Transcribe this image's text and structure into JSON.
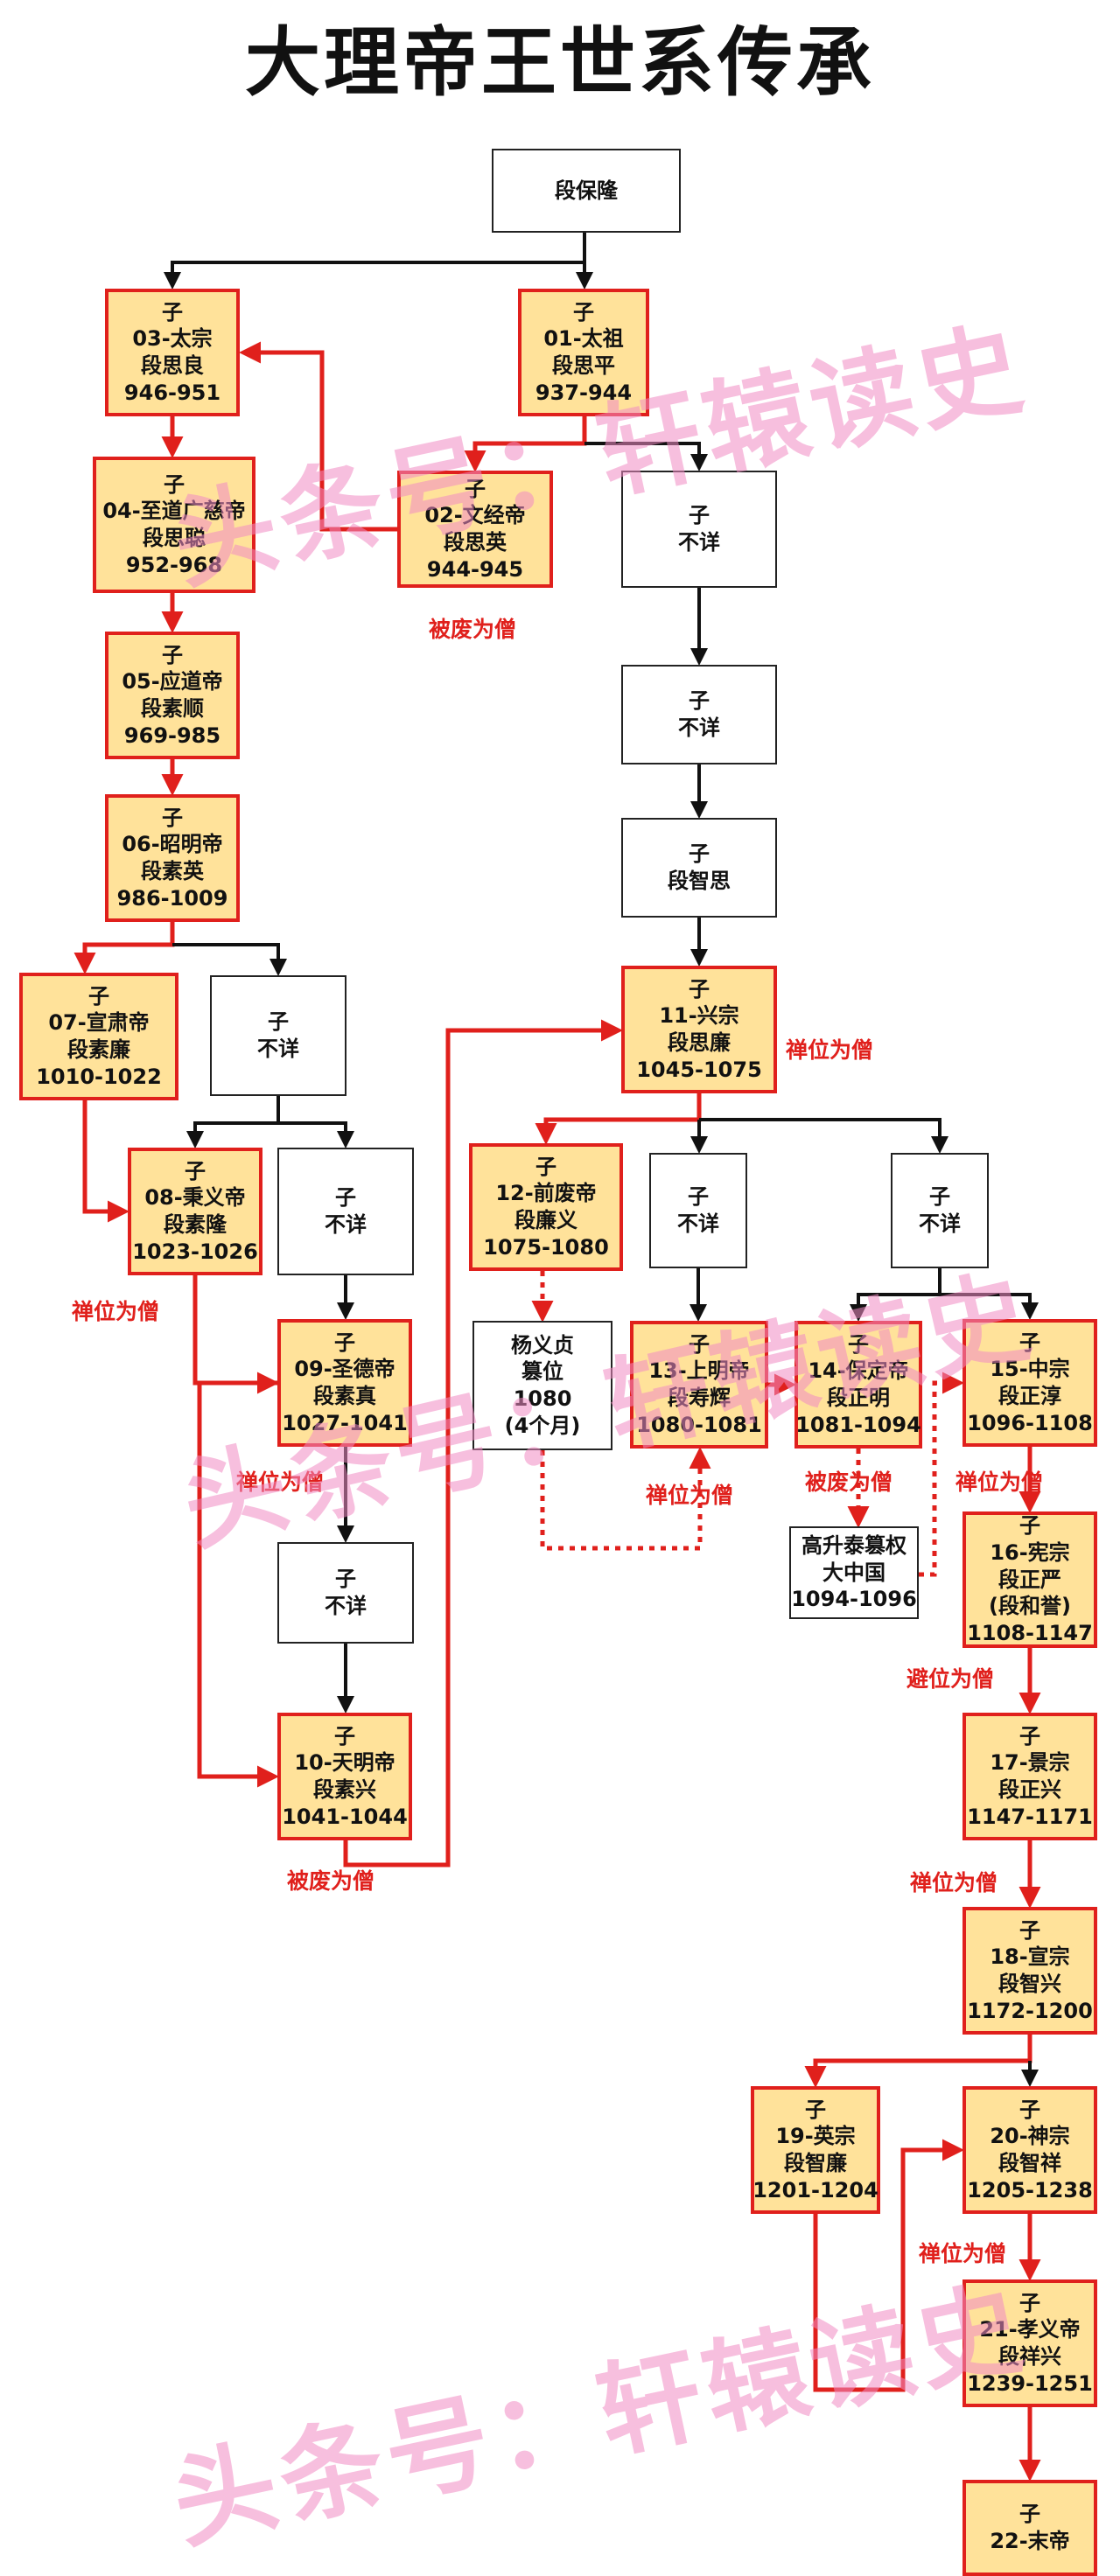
{
  "title": "大理帝王世系传承",
  "watermark": "头条号：轩辕读史",
  "colors": {
    "royal_fill": "#ffe29a",
    "royal_border": "#e0201c",
    "line_red": "#e0201c",
    "line_black": "#111111"
  },
  "nodes": [
    {
      "id": "n0",
      "type": "plain",
      "lines": [
        "段保隆"
      ]
    },
    {
      "id": "n01",
      "type": "royal",
      "lines": [
        "子",
        "01-太祖",
        "段思平",
        "937-944"
      ]
    },
    {
      "id": "n03",
      "type": "royal",
      "lines": [
        "子",
        "03-太宗",
        "段思良",
        "946-951"
      ]
    },
    {
      "id": "n02",
      "type": "royal",
      "lines": [
        "子",
        "02-文经帝",
        "段思英",
        "944-945"
      ]
    },
    {
      "id": "u1",
      "type": "plain",
      "lines": [
        "子",
        "不详"
      ]
    },
    {
      "id": "n04",
      "type": "royal",
      "lines": [
        "子",
        "04-至道广慈帝",
        "段思聪",
        "952-968"
      ]
    },
    {
      "id": "n05",
      "type": "royal",
      "lines": [
        "子",
        "05-应道帝",
        "段素顺",
        "969-985"
      ]
    },
    {
      "id": "u2",
      "type": "plain",
      "lines": [
        "子",
        "不详"
      ]
    },
    {
      "id": "zs",
      "type": "plain",
      "lines": [
        "子",
        "段智思"
      ]
    },
    {
      "id": "n06",
      "type": "royal",
      "lines": [
        "子",
        "06-昭明帝",
        "段素英",
        "986-1009"
      ]
    },
    {
      "id": "n07",
      "type": "royal",
      "lines": [
        "子",
        "07-宣肃帝",
        "段素廉",
        "1010-1022"
      ]
    },
    {
      "id": "u3",
      "type": "plain",
      "lines": [
        "子",
        "不详"
      ]
    },
    {
      "id": "n11",
      "type": "royal",
      "lines": [
        "子",
        "11-兴宗",
        "段思廉",
        "1045-1075"
      ]
    },
    {
      "id": "n08",
      "type": "royal",
      "lines": [
        "子",
        "08-秉义帝",
        "段素隆",
        "1023-1026"
      ]
    },
    {
      "id": "u4",
      "type": "plain",
      "lines": [
        "子",
        "不详"
      ]
    },
    {
      "id": "n12",
      "type": "royal",
      "lines": [
        "子",
        "12-前废帝",
        "段廉义",
        "1075-1080"
      ]
    },
    {
      "id": "u5",
      "type": "plain",
      "lines": [
        "子",
        "不详"
      ]
    },
    {
      "id": "u6",
      "type": "plain",
      "lines": [
        "子",
        "不详"
      ]
    },
    {
      "id": "n09",
      "type": "royal",
      "lines": [
        "子",
        "09-圣德帝",
        "段素真",
        "1027-1041"
      ]
    },
    {
      "id": "yyz",
      "type": "plain",
      "lines": [
        "杨义贞",
        "篡位",
        "1080",
        "(4个月)"
      ]
    },
    {
      "id": "n13",
      "type": "royal",
      "lines": [
        "子",
        "13-上明帝",
        "段寿辉",
        "1080-1081"
      ]
    },
    {
      "id": "n14",
      "type": "royal",
      "lines": [
        "子",
        "14-保定帝",
        "段正明",
        "1081-1094"
      ]
    },
    {
      "id": "n15",
      "type": "royal",
      "lines": [
        "子",
        "15-中宗",
        "段正淳",
        "1096-1108"
      ]
    },
    {
      "id": "u7",
      "type": "plain",
      "lines": [
        "子",
        "不详"
      ]
    },
    {
      "id": "gst",
      "type": "plain",
      "lines": [
        "高升泰篡权",
        "大中国",
        "1094-1096"
      ]
    },
    {
      "id": "n16",
      "type": "royal",
      "lines": [
        "子",
        "16-宪宗",
        "段正严",
        "(段和誉)",
        "1108-1147"
      ]
    },
    {
      "id": "n10",
      "type": "royal",
      "lines": [
        "子",
        "10-天明帝",
        "段素兴",
        "1041-1044"
      ]
    },
    {
      "id": "n17",
      "type": "royal",
      "lines": [
        "子",
        "17-景宗",
        "段正兴",
        "1147-1171"
      ]
    },
    {
      "id": "n18",
      "type": "royal",
      "lines": [
        "子",
        "18-宣宗",
        "段智兴",
        "1172-1200"
      ]
    },
    {
      "id": "n19",
      "type": "royal",
      "lines": [
        "子",
        "19-英宗",
        "段智廉",
        "1201-1204"
      ]
    },
    {
      "id": "n20",
      "type": "royal",
      "lines": [
        "子",
        "20-神宗",
        "段智祥",
        "1205-1238"
      ]
    },
    {
      "id": "n21",
      "type": "royal",
      "lines": [
        "子",
        "21-孝义帝",
        "段祥兴",
        "1239-1251"
      ]
    },
    {
      "id": "n22",
      "type": "royal",
      "lines": [
        "子",
        "22-末帝"
      ]
    }
  ],
  "notes": [
    "被废为僧",
    "禅位为僧",
    "禅位为僧",
    "禅位为僧",
    "禅位为僧",
    "被废为僧",
    "禅位为僧",
    "被废为僧",
    "避位为僧",
    "禅位为僧",
    "禅位为僧"
  ]
}
